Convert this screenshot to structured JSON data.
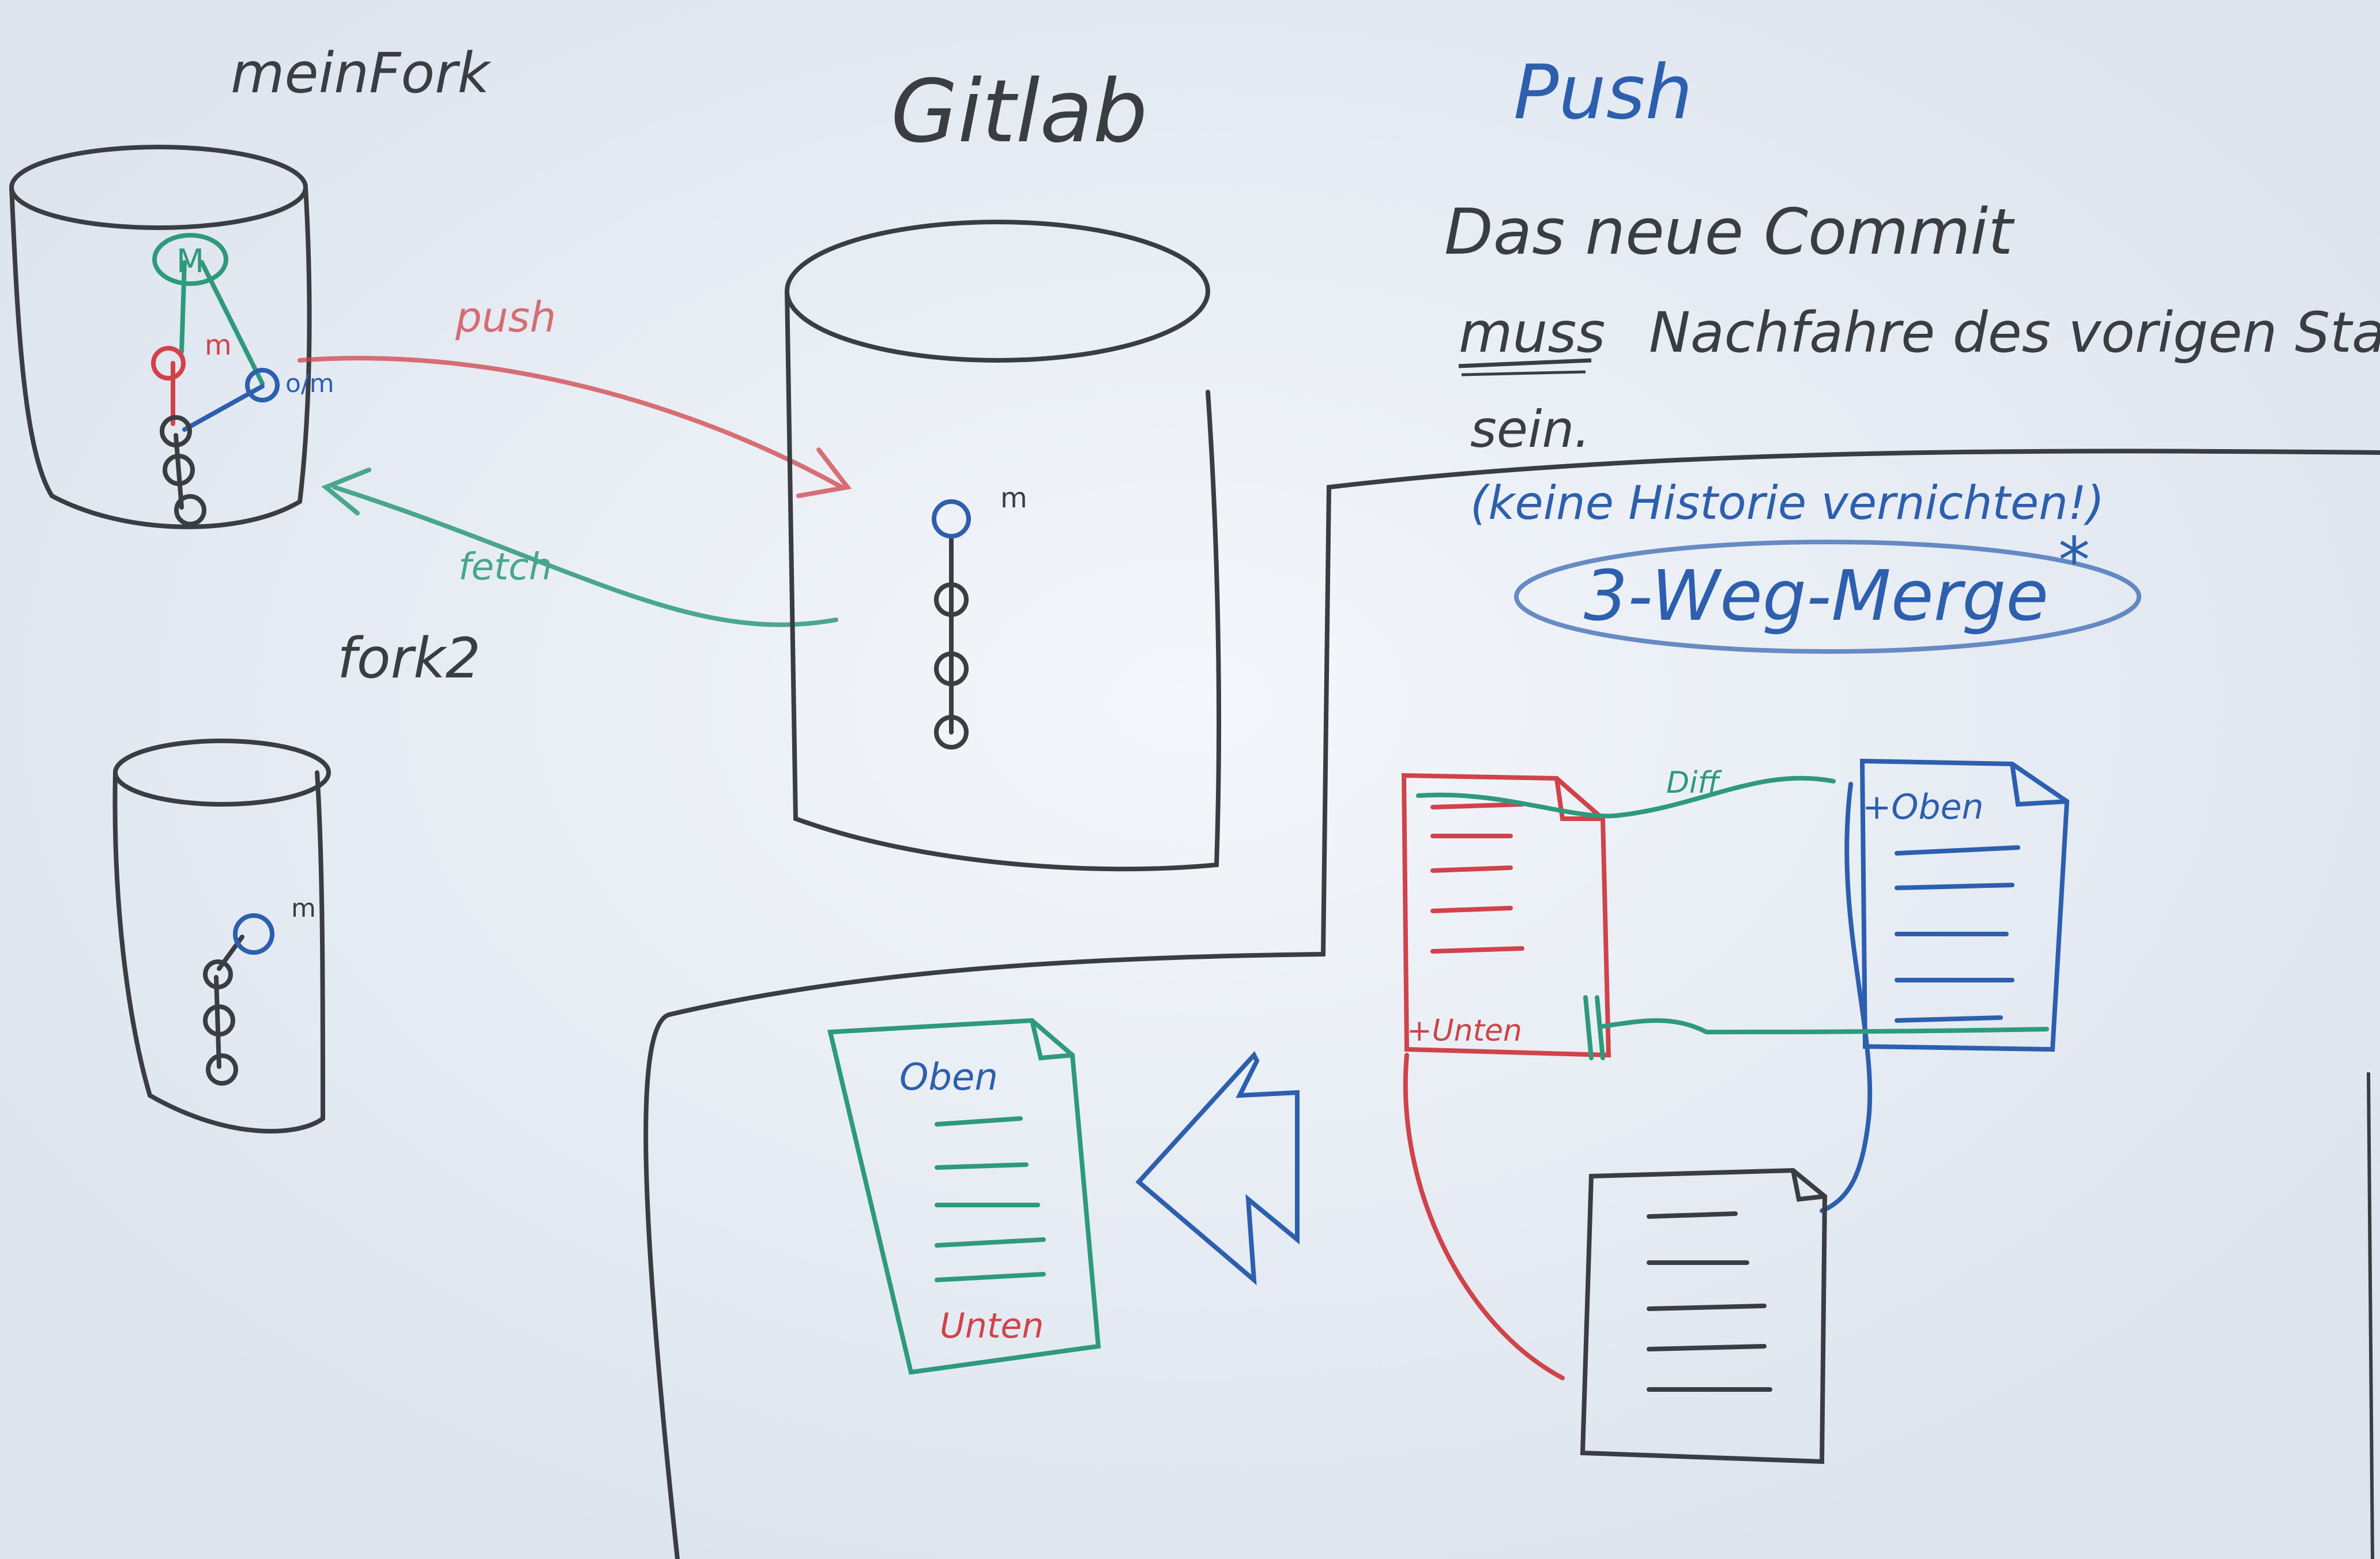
{
  "colors": {
    "board": "#e6ecf3",
    "black": "#3a3d42",
    "red": "#d0434a",
    "green": "#2e9a7c",
    "blue": "#2d5fae"
  },
  "repos": {
    "meinfork": {
      "label": "meinFork",
      "commit_top": "M",
      "branch_main": "m",
      "branch_other": "o/m"
    },
    "gitlab": {
      "label": "Gitlab",
      "branch": "m"
    },
    "fork2": {
      "label": "fork2",
      "branch": "m"
    }
  },
  "arrows": {
    "push": "push",
    "fetch": "fetch"
  },
  "notes": {
    "title": "Push",
    "line1": "Das neue Commit",
    "line2_emph": "muss",
    "line2_rest": "Nachfahre des vorigen Standes",
    "line3": "sein.",
    "line4": "(keine Historie vernichten!)",
    "merge": "3-Weg-Merge",
    "merge_mark": "*"
  },
  "merge_diagram": {
    "diff_label": "Diff",
    "oben_right": "+Oben",
    "unten_left": "+Unten",
    "result_top": "Oben",
    "result_bottom": "Unten"
  }
}
